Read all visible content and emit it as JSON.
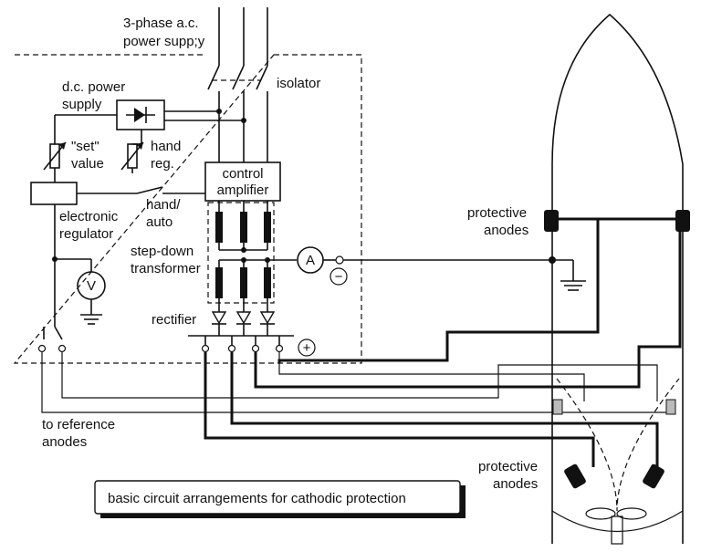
{
  "labels": {
    "supply_line1": "3-phase a.c.",
    "supply_line2": "power supp;y",
    "isolator": "isolator",
    "dc_line1": "d.c. power",
    "dc_line2": "supply",
    "set_line1": "\"set\"",
    "set_line2": "value",
    "hand_line1": "hand",
    "hand_line2": "reg.",
    "control_line1": "control",
    "control_line2": "amplifier",
    "handauto_line1": "hand/",
    "handauto_line2": "auto",
    "electronic_line1": "electronic",
    "electronic_line2": "regulator",
    "stepdown_line1": "step-down",
    "stepdown_line2": "transformer",
    "ammeter": "A",
    "voltmeter": "V",
    "minus": "−",
    "plus": "+",
    "rectifier": "rectifier",
    "reference_line1": "to reference",
    "reference_line2": "anodes",
    "anodes_top_line1": "protective",
    "anodes_top_line2": "anodes",
    "anodes_bottom_line1": "protective",
    "anodes_bottom_line2": "anodes"
  },
  "caption": "basic circuit arrangements for cathodic protection"
}
